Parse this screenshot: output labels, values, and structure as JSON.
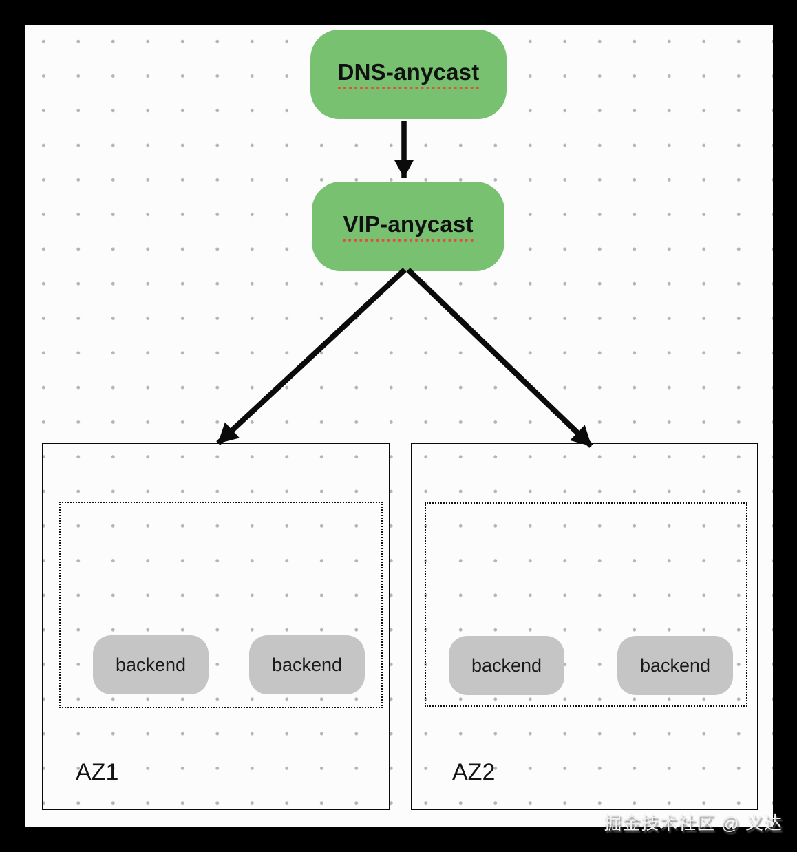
{
  "diagram": {
    "nodes": {
      "dns": {
        "label": "DNS-anycast"
      },
      "vip": {
        "label": "VIP-anycast"
      }
    },
    "zones": [
      {
        "label": "AZ1",
        "backends": [
          "backend",
          "backend"
        ]
      },
      {
        "label": "AZ2",
        "backends": [
          "backend",
          "backend"
        ]
      }
    ],
    "edges": [
      {
        "from": "DNS-anycast",
        "to": "VIP-anycast"
      },
      {
        "from": "VIP-anycast",
        "to": "AZ1"
      },
      {
        "from": "VIP-anycast",
        "to": "AZ2"
      }
    ],
    "watermark": "掘金技术社区 @ 义达",
    "colors": {
      "node_green": "#77c170",
      "backend_gray": "#c5c5c5",
      "underline_red": "#e0513c",
      "arrow_black": "#0b0b0b",
      "page_white": "#fcfcfc",
      "grid_dot_gray": "#b5b5b8",
      "frame_black": "#000000"
    }
  }
}
